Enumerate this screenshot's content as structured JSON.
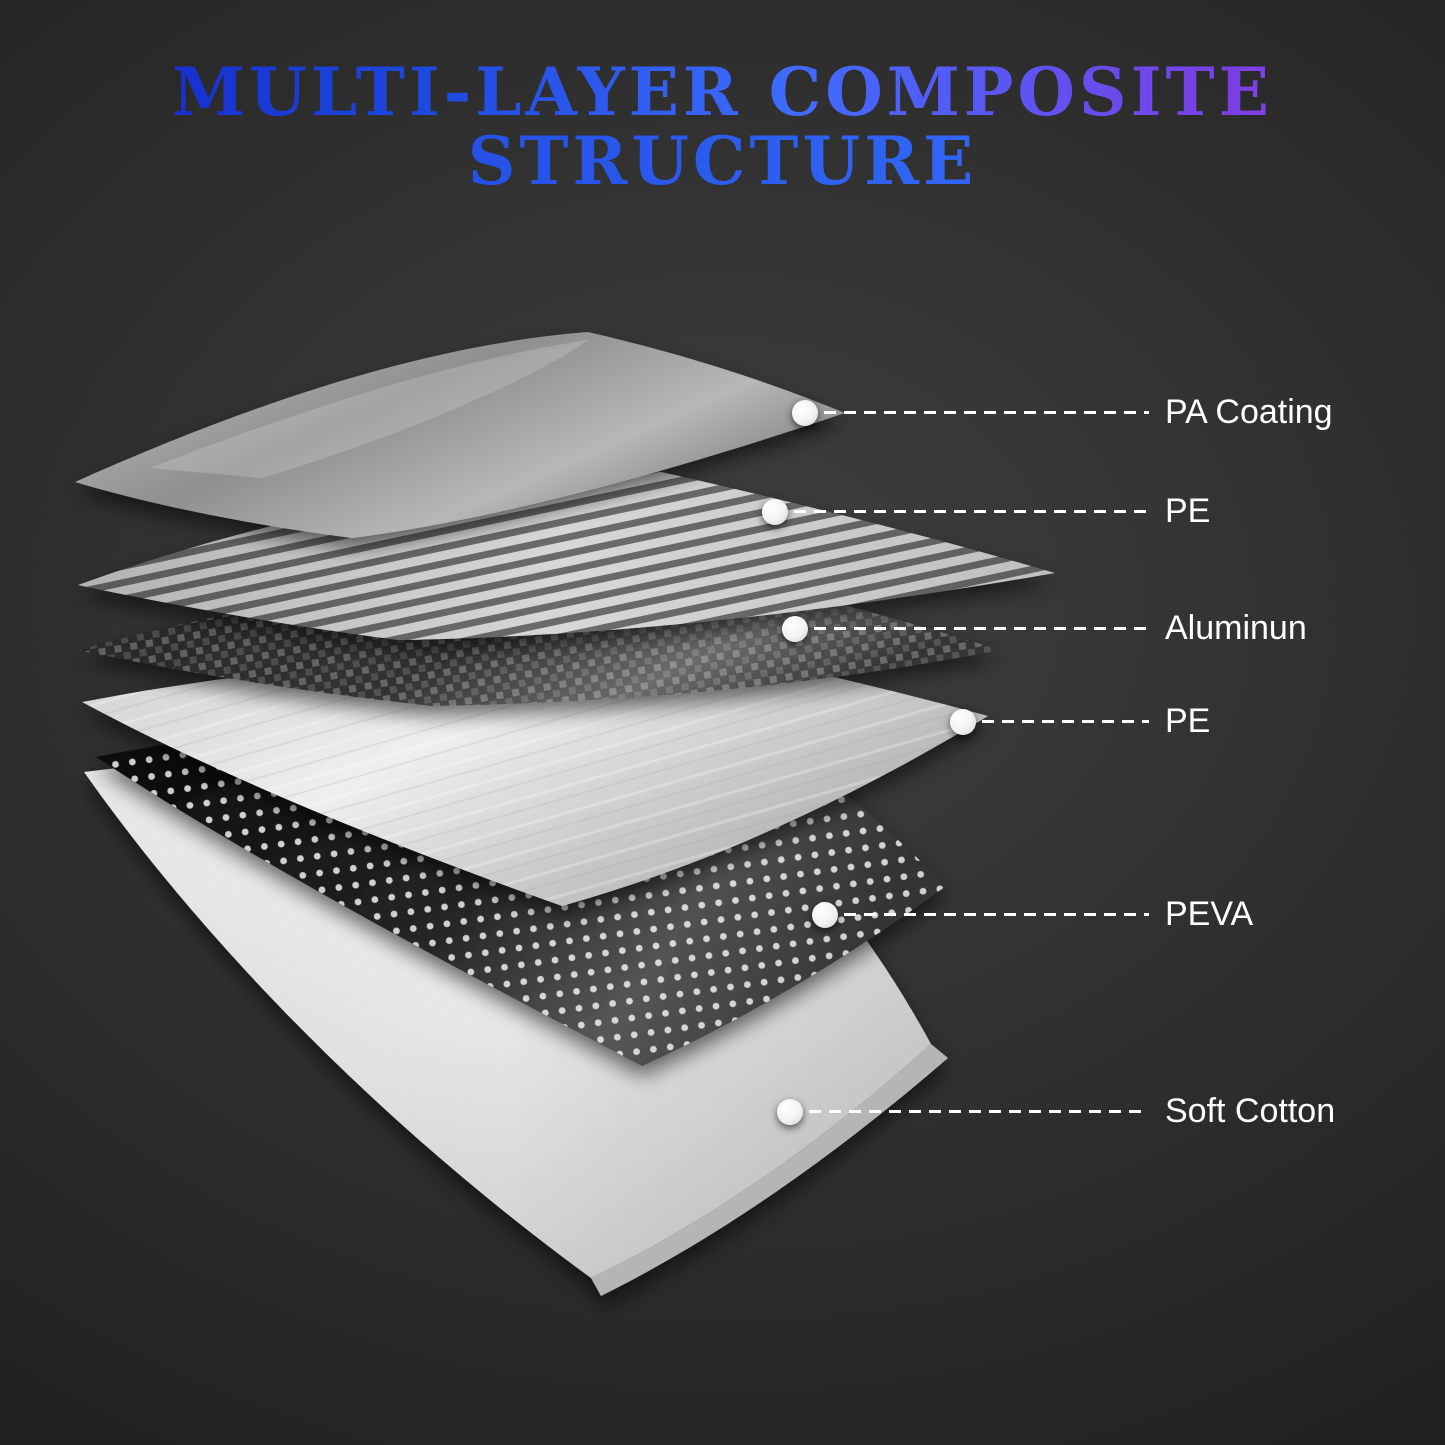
{
  "title": {
    "line1": "MULTI-LAYER COMPOSITE",
    "line2": "STRUCTURE"
  },
  "callouts": [
    {
      "label": "PA Coating"
    },
    {
      "label": "PE"
    },
    {
      "label": "Aluminun"
    },
    {
      "label": "PE"
    },
    {
      "label": "PEVA"
    },
    {
      "label": "Soft Cotton"
    }
  ],
  "colors": {
    "title_gradient_start": "#131fc4",
    "title_gradient_mid": "#3f6bff",
    "title_gradient_end": "#8a46e8",
    "background": "#2b2b2b",
    "label_text": "#ffffff",
    "callout_dot": "#ffffff"
  }
}
